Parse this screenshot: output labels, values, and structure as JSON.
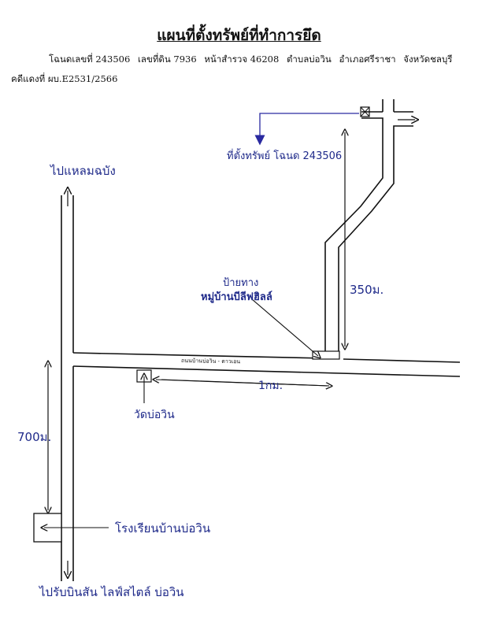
{
  "title": "แผนที่ตั้งทรัพย์ที่ทำการยึด",
  "deed": {
    "f1": "โฉนดเลขที่  243506",
    "f2": "เลขที่ดิน  7936",
    "f3": "หน้าสำรวจ  46208",
    "f4": "ตำบลบ่อวิน",
    "f5": "อำเภอศรีราชา",
    "f6": "จังหวัดชลบุรี",
    "case": "คดีแดงที่ ผบ.E2531/2566"
  },
  "map": {
    "property": "ที่ตั้งทรัพย์ โฉนด 243506",
    "to_laem_chabang": "ไปแหลมฉบัง",
    "village_sign_1": "ป้ายทาง",
    "village_sign_2": "หมู่บ้านบีลีฟฮิลล์",
    "dist_350": "350ม.",
    "road_name": "ถนนบ้านบ่อวิน - ตาวเอน",
    "dist_1km": "1กม.",
    "temple": "วัดบ่อวิน",
    "dist_700": "700ม.",
    "school": "โรงเรียนบ้านบ่อวิน",
    "to_lifestyle": "ไปรับบินสัน ไลฟ์สไตล์ บ่อวิน"
  }
}
